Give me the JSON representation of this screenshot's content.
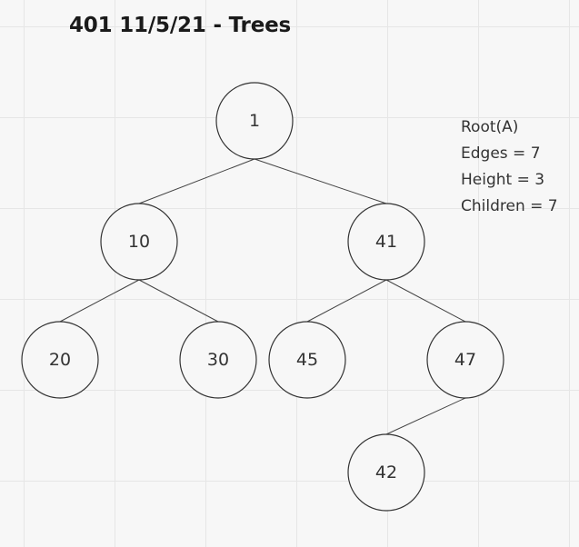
{
  "title": "401 11/5/21 - Trees",
  "notes": [
    "Root(A)",
    "Edges = 7",
    "Height = 3",
    "Children = 7"
  ],
  "tree": {
    "nodes": [
      {
        "id": "n1",
        "label": "1"
      },
      {
        "id": "n10",
        "label": "10"
      },
      {
        "id": "n41",
        "label": "41"
      },
      {
        "id": "n20",
        "label": "20"
      },
      {
        "id": "n30",
        "label": "30"
      },
      {
        "id": "n45",
        "label": "45"
      },
      {
        "id": "n47",
        "label": "47"
      },
      {
        "id": "n42",
        "label": "42"
      }
    ],
    "edges": [
      {
        "from": "n1",
        "to": "n10"
      },
      {
        "from": "n1",
        "to": "n41"
      },
      {
        "from": "n10",
        "to": "n20"
      },
      {
        "from": "n10",
        "to": "n30"
      },
      {
        "from": "n41",
        "to": "n45"
      },
      {
        "from": "n41",
        "to": "n47"
      },
      {
        "from": "n47",
        "to": "n42"
      }
    ]
  }
}
